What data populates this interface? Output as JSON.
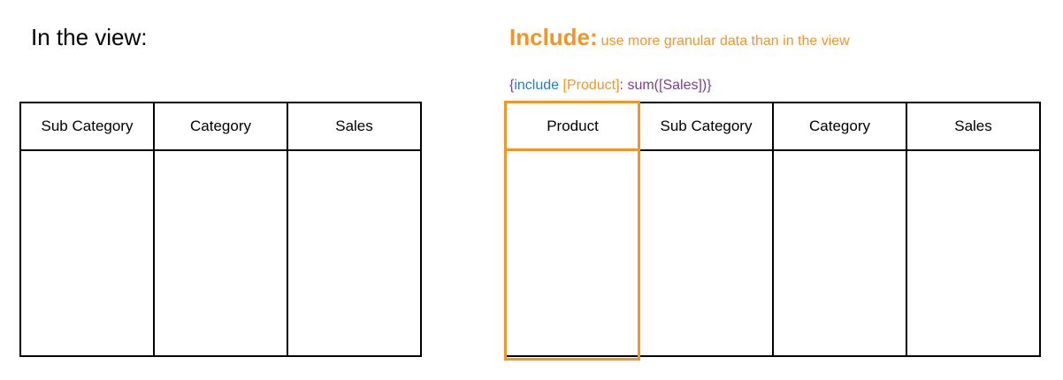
{
  "colors": {
    "include_orange": "#f0952a",
    "keyword_blue": "#1f7fc1",
    "function_purple": "#7a3f8f",
    "text_black": "#000000"
  },
  "left": {
    "title": "In the view:",
    "columns": [
      "Sub Category",
      "Category",
      "Sales"
    ]
  },
  "right": {
    "title": "Include:",
    "subtitle": "use more granular data than in the view",
    "formula": {
      "open_brace": "{",
      "keyword": "include",
      "dimension": "[Product]",
      "colon": ":",
      "aggregate": "sum([Sales])",
      "close_brace": "}"
    },
    "columns": [
      "Product",
      "Sub Category",
      "Category",
      "Sales"
    ],
    "highlighted_column": "Product"
  }
}
